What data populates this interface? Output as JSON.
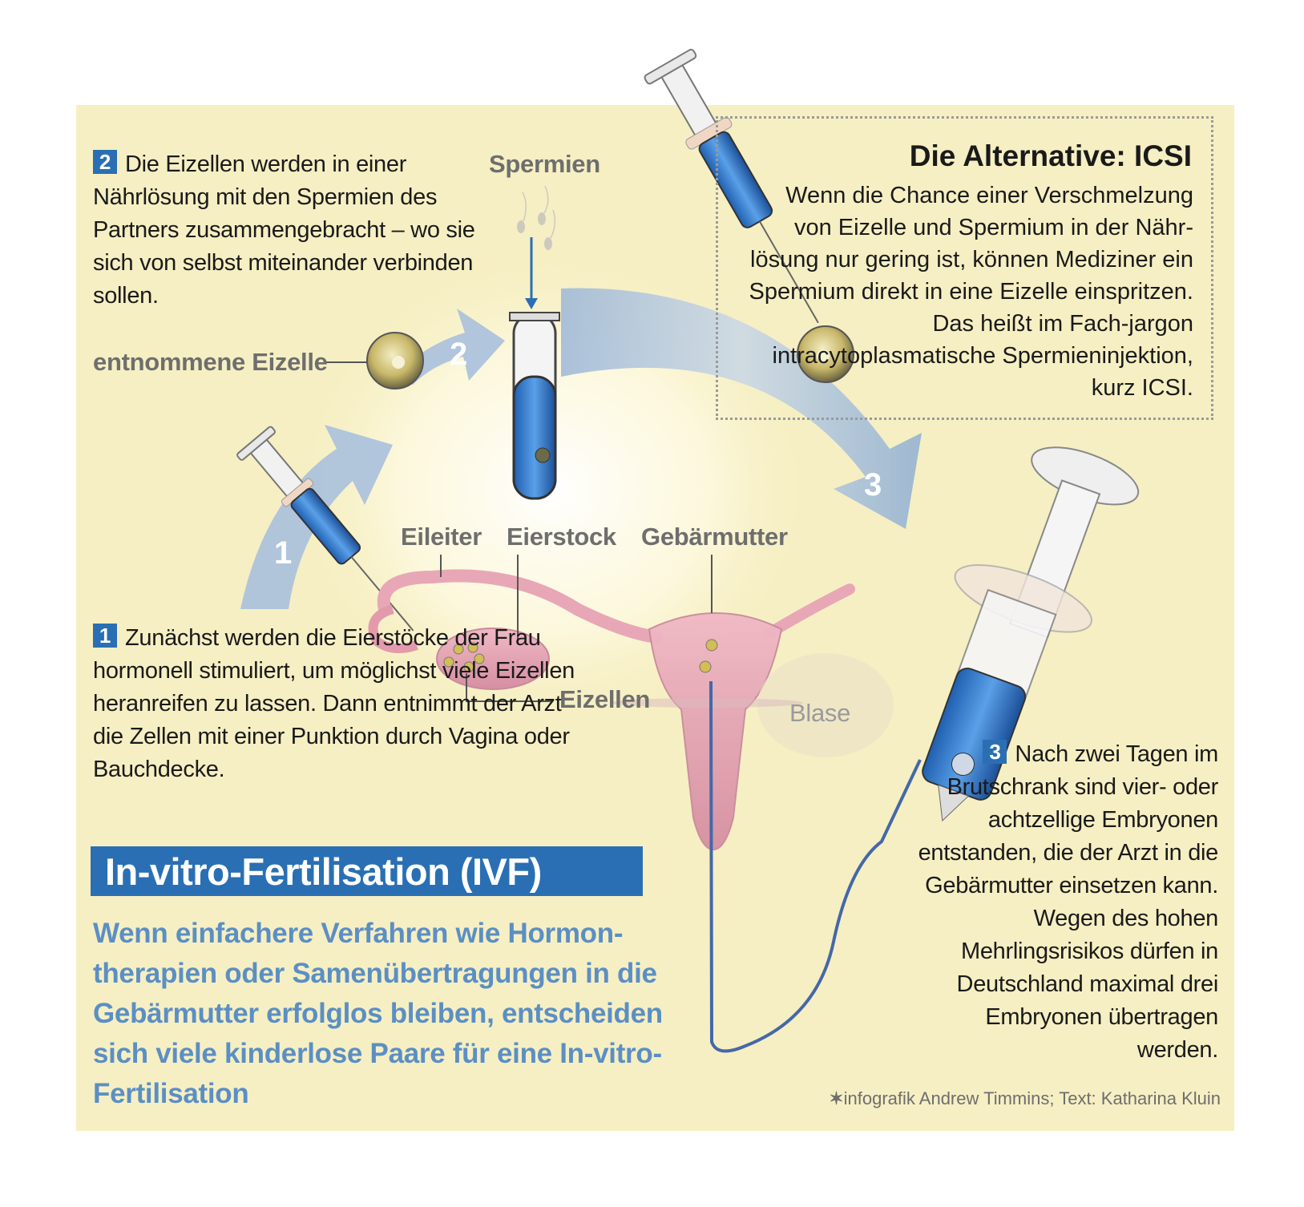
{
  "step2": {
    "badge": "2",
    "text": "Die Eizellen werden in einer Nährlösung mit den Spermien des Partners zusammengebracht – wo sie sich von selbst miteinander verbinden sollen."
  },
  "step1": {
    "badge": "1",
    "text": "Zunächst werden die Eierstöcke der Frau hormonell stimuliert, um möglichst viele Eizellen heranreifen zu lassen. Dann entnimmt der Arzt die Zellen mit einer Punktion durch Vagina oder Bauchdecke."
  },
  "step3": {
    "badge": "3",
    "text": "Nach zwei Tagen im Brutschrank sind vier- oder achtzellige Embryonen entstanden, die der Arzt in die Gebärmutter einsetzen kann. Wegen des hohen Mehrlingsrisikos dürfen in Deutschland maximal drei Embryonen übertragen werden."
  },
  "icsi": {
    "title": "Die Alternative: ICSI",
    "text": "Wenn die Chance einer Verschmelzung von Eizelle und Spermium in der Nähr-lösung nur gering ist, können Mediziner ein Spermium direkt in eine Eizelle einspritzen. Das heißt im Fach-jargon intracytoplasmatische Spermieninjektion, kurz ICSI."
  },
  "labels": {
    "spermien": "Spermien",
    "entnommene_eizelle": "entnommene Eizelle",
    "eileiter": "Eileiter",
    "eierstock": "Eierstock",
    "gebaermutter": "Gebärmutter",
    "eizellen": "Eizellen",
    "blase": "Blase"
  },
  "arrow_numbers": [
    "1",
    "2",
    "3"
  ],
  "title": "In-vitro-Fertilisation (IVF)",
  "intro": "Wenn einfachere Verfahren wie Hormon-therapien oder Samenübertragungen in die Gebärmutter erfolglos bleiben, entscheiden sich viele kinderlose Paare für eine In-vitro-Fertilisation",
  "credit": "infografik  Andrew Timmins; Text: Katharina Kluin",
  "colors": {
    "panel": "#f6efc3",
    "accent_blue": "#2a6fb3",
    "intro_blue": "#5b8fc4",
    "arrow_blue": "#9fb8d6",
    "organ_pink": "#e6a9b7"
  }
}
